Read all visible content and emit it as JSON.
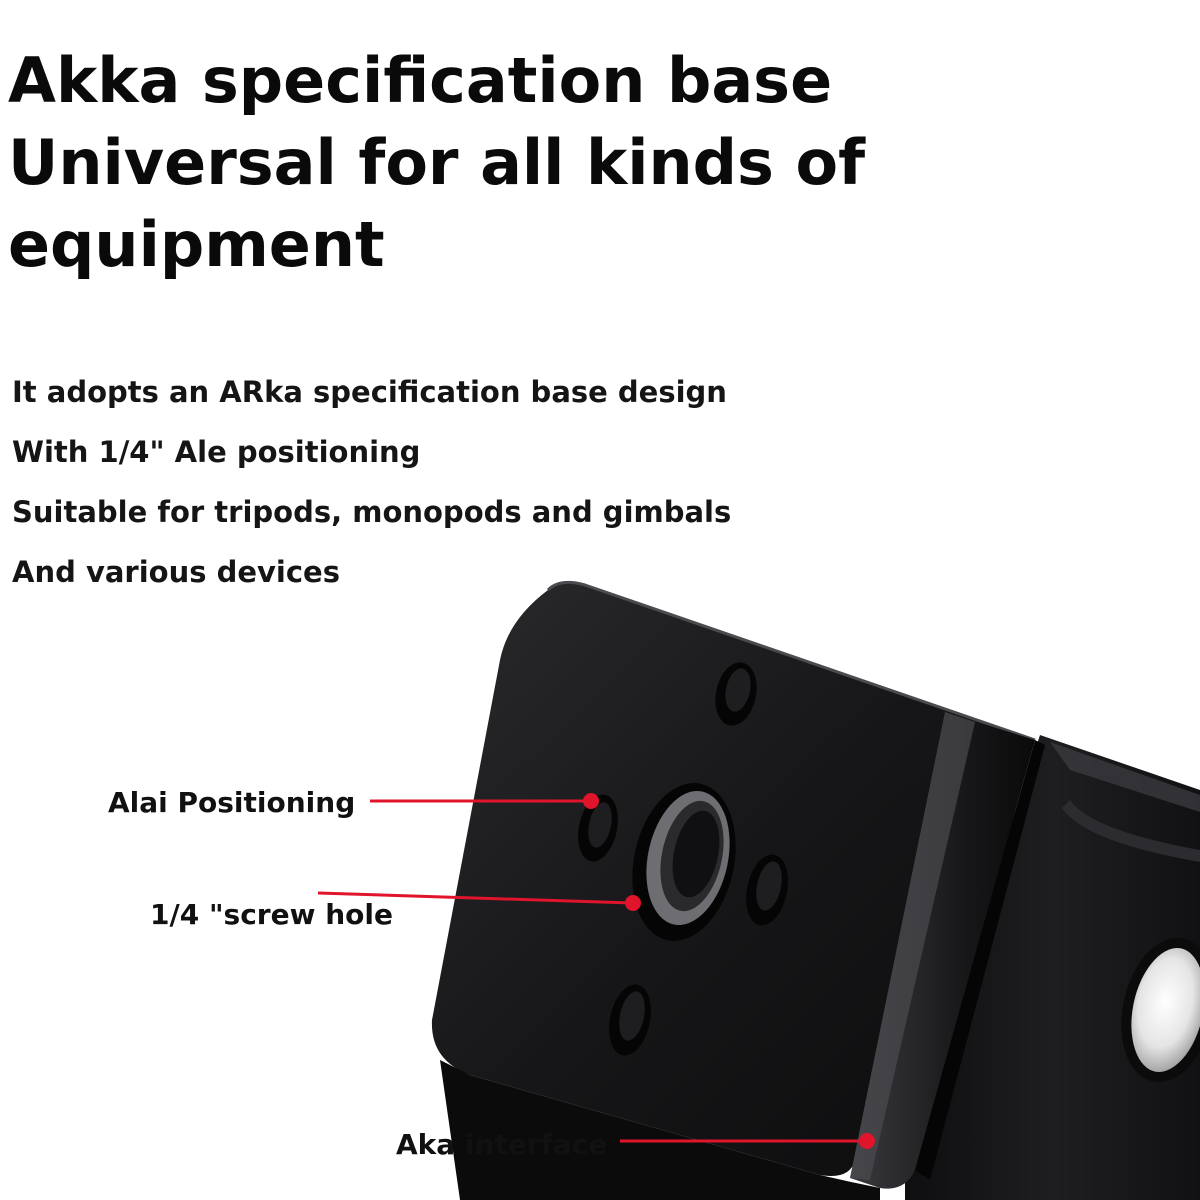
{
  "headline": {
    "line1": "Akka specification base",
    "line2": "Universal for all kinds of",
    "line3": "equipment"
  },
  "features": [
    "It adopts an ARka specification base design",
    "With 1/4\" Ale positioning",
    "Suitable for tripods, monopods and gimbals",
    "And various devices"
  ],
  "callouts": {
    "alai_positioning": "Alai Positioning",
    "screw_hole": "1/4 \"screw hole",
    "aka_interface": "Aka interface"
  },
  "colors": {
    "callout_line": "#e0142a",
    "text": "#111111",
    "plate": "#1a1a1c"
  }
}
